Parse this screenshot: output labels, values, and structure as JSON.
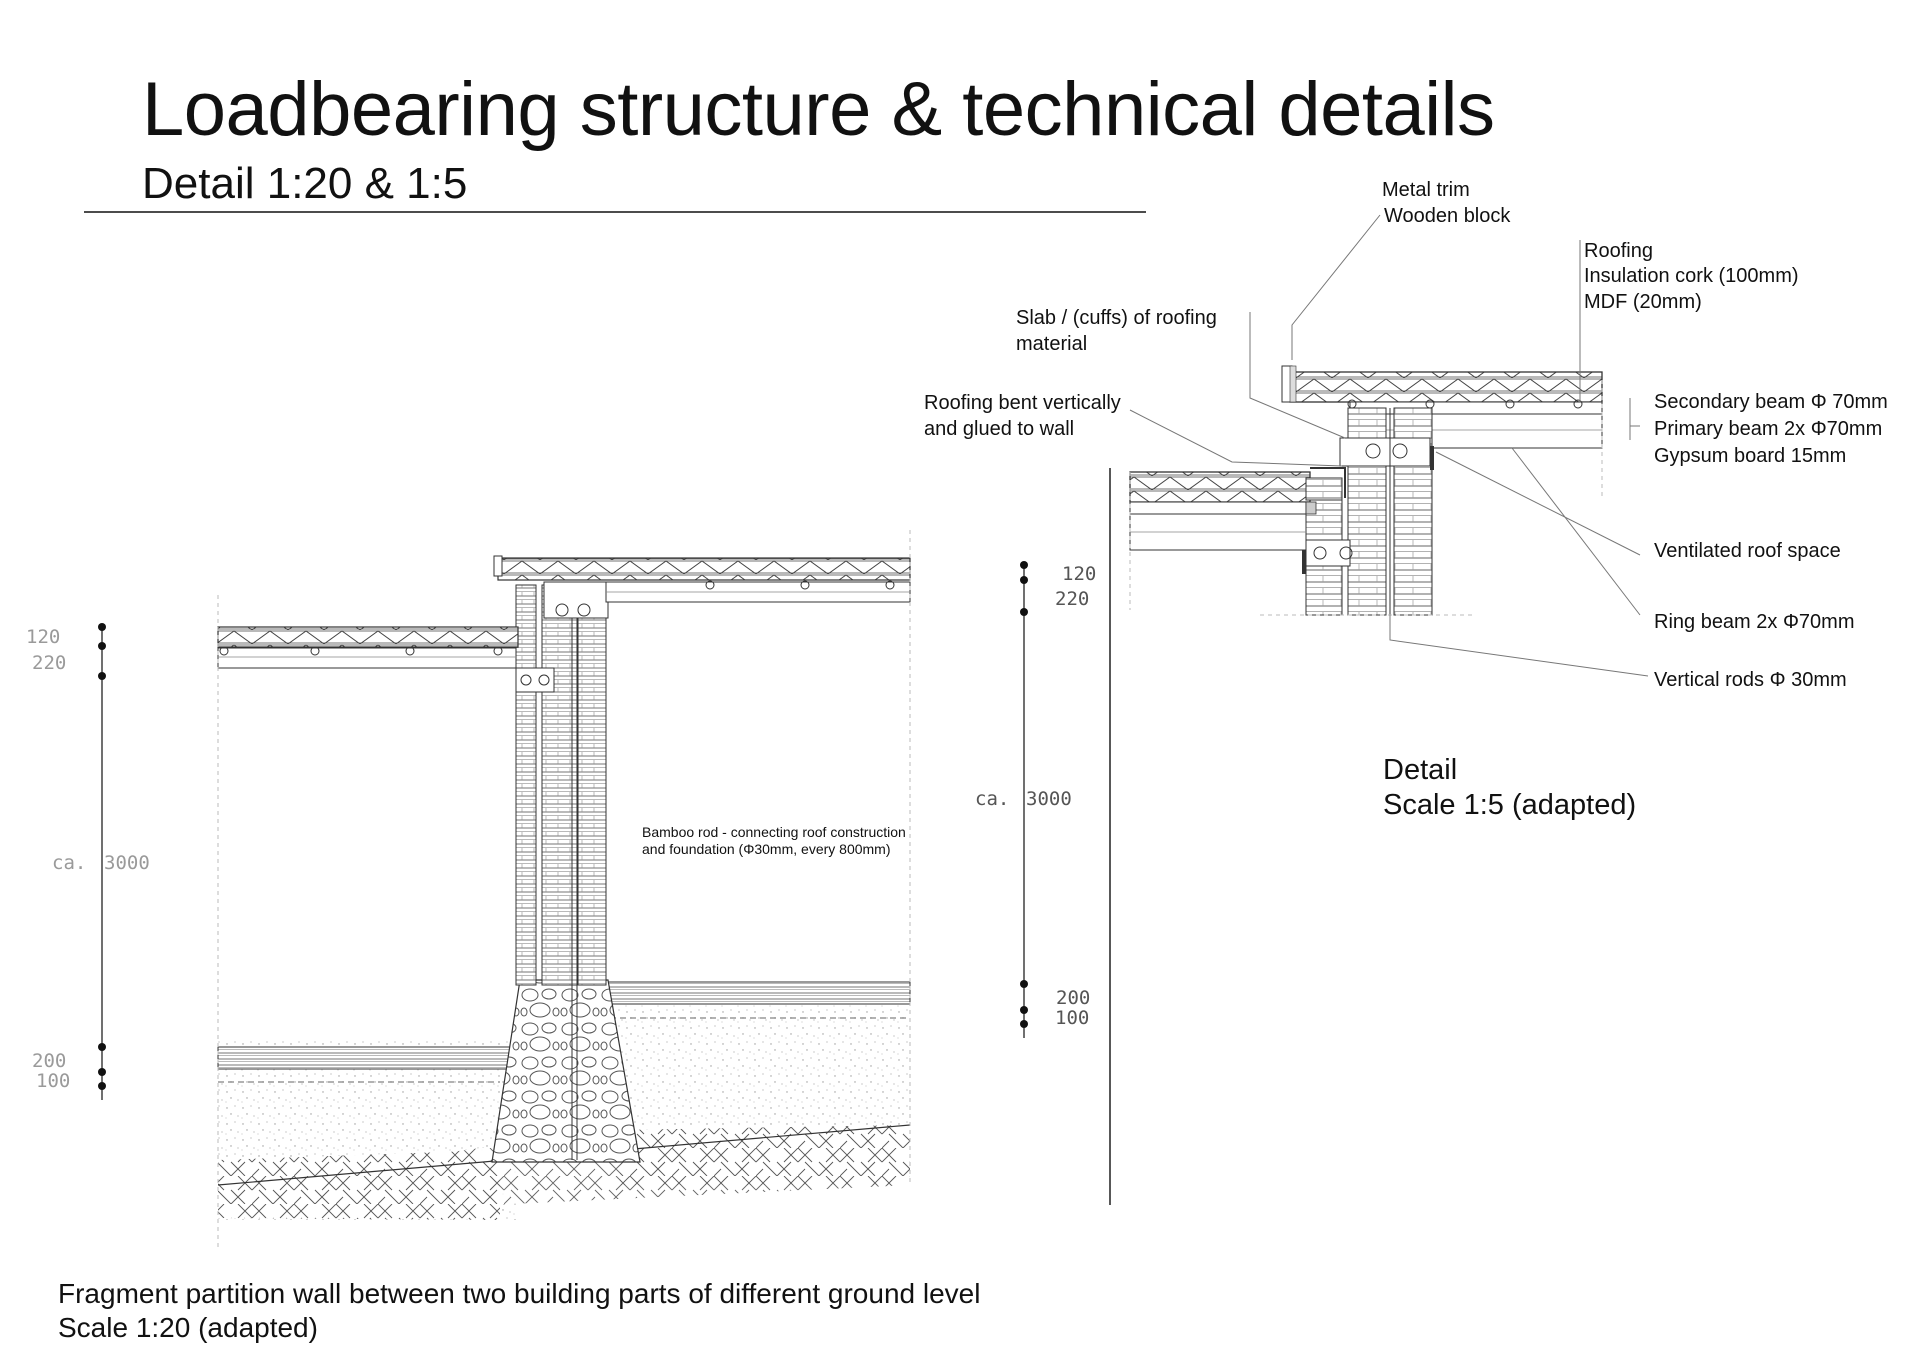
{
  "header": {
    "title": "Loadbearing structure & technical details",
    "subtitle": "Detail 1:20 & 1:5"
  },
  "left_detail": {
    "caption_line1": "Fragment partition wall between two building parts of different ground level",
    "caption_line2": "Scale 1:20 (adapted)",
    "note_line1": "Bamboo rod - connecting roof construction",
    "note_line2": "and foundation (Φ30mm, every 800mm)",
    "dims_left": [
      "120",
      "220",
      "ca.",
      "3000",
      "200",
      "100"
    ],
    "dims_right": [
      "120",
      "220",
      "ca.",
      "3000",
      "200",
      "100"
    ]
  },
  "right_detail": {
    "caption_line1": "Detail",
    "caption_line2": "Scale 1:5 (adapted)",
    "labels": {
      "metal_trim": "Metal trim",
      "wooden_block": "Wooden block",
      "roofing": "Roofing",
      "insulation": "Insulation cork (100mm)",
      "mdf": "MDF (20mm)",
      "slab_1": "Slab / (cuffs) of roofing",
      "slab_2": "material",
      "bent_1": "Roofing bent vertically",
      "bent_2": "and glued to wall",
      "secondary_beam": "Secondary beam Φ 70mm",
      "primary_beam": "Primary beam 2x Φ70mm",
      "gypsum": "Gypsum board 15mm",
      "ventilated": "Ventilated roof space",
      "ring_beam": "Ring beam 2x Φ70mm",
      "vertical_rods": "Vertical rods Φ 30mm"
    }
  }
}
